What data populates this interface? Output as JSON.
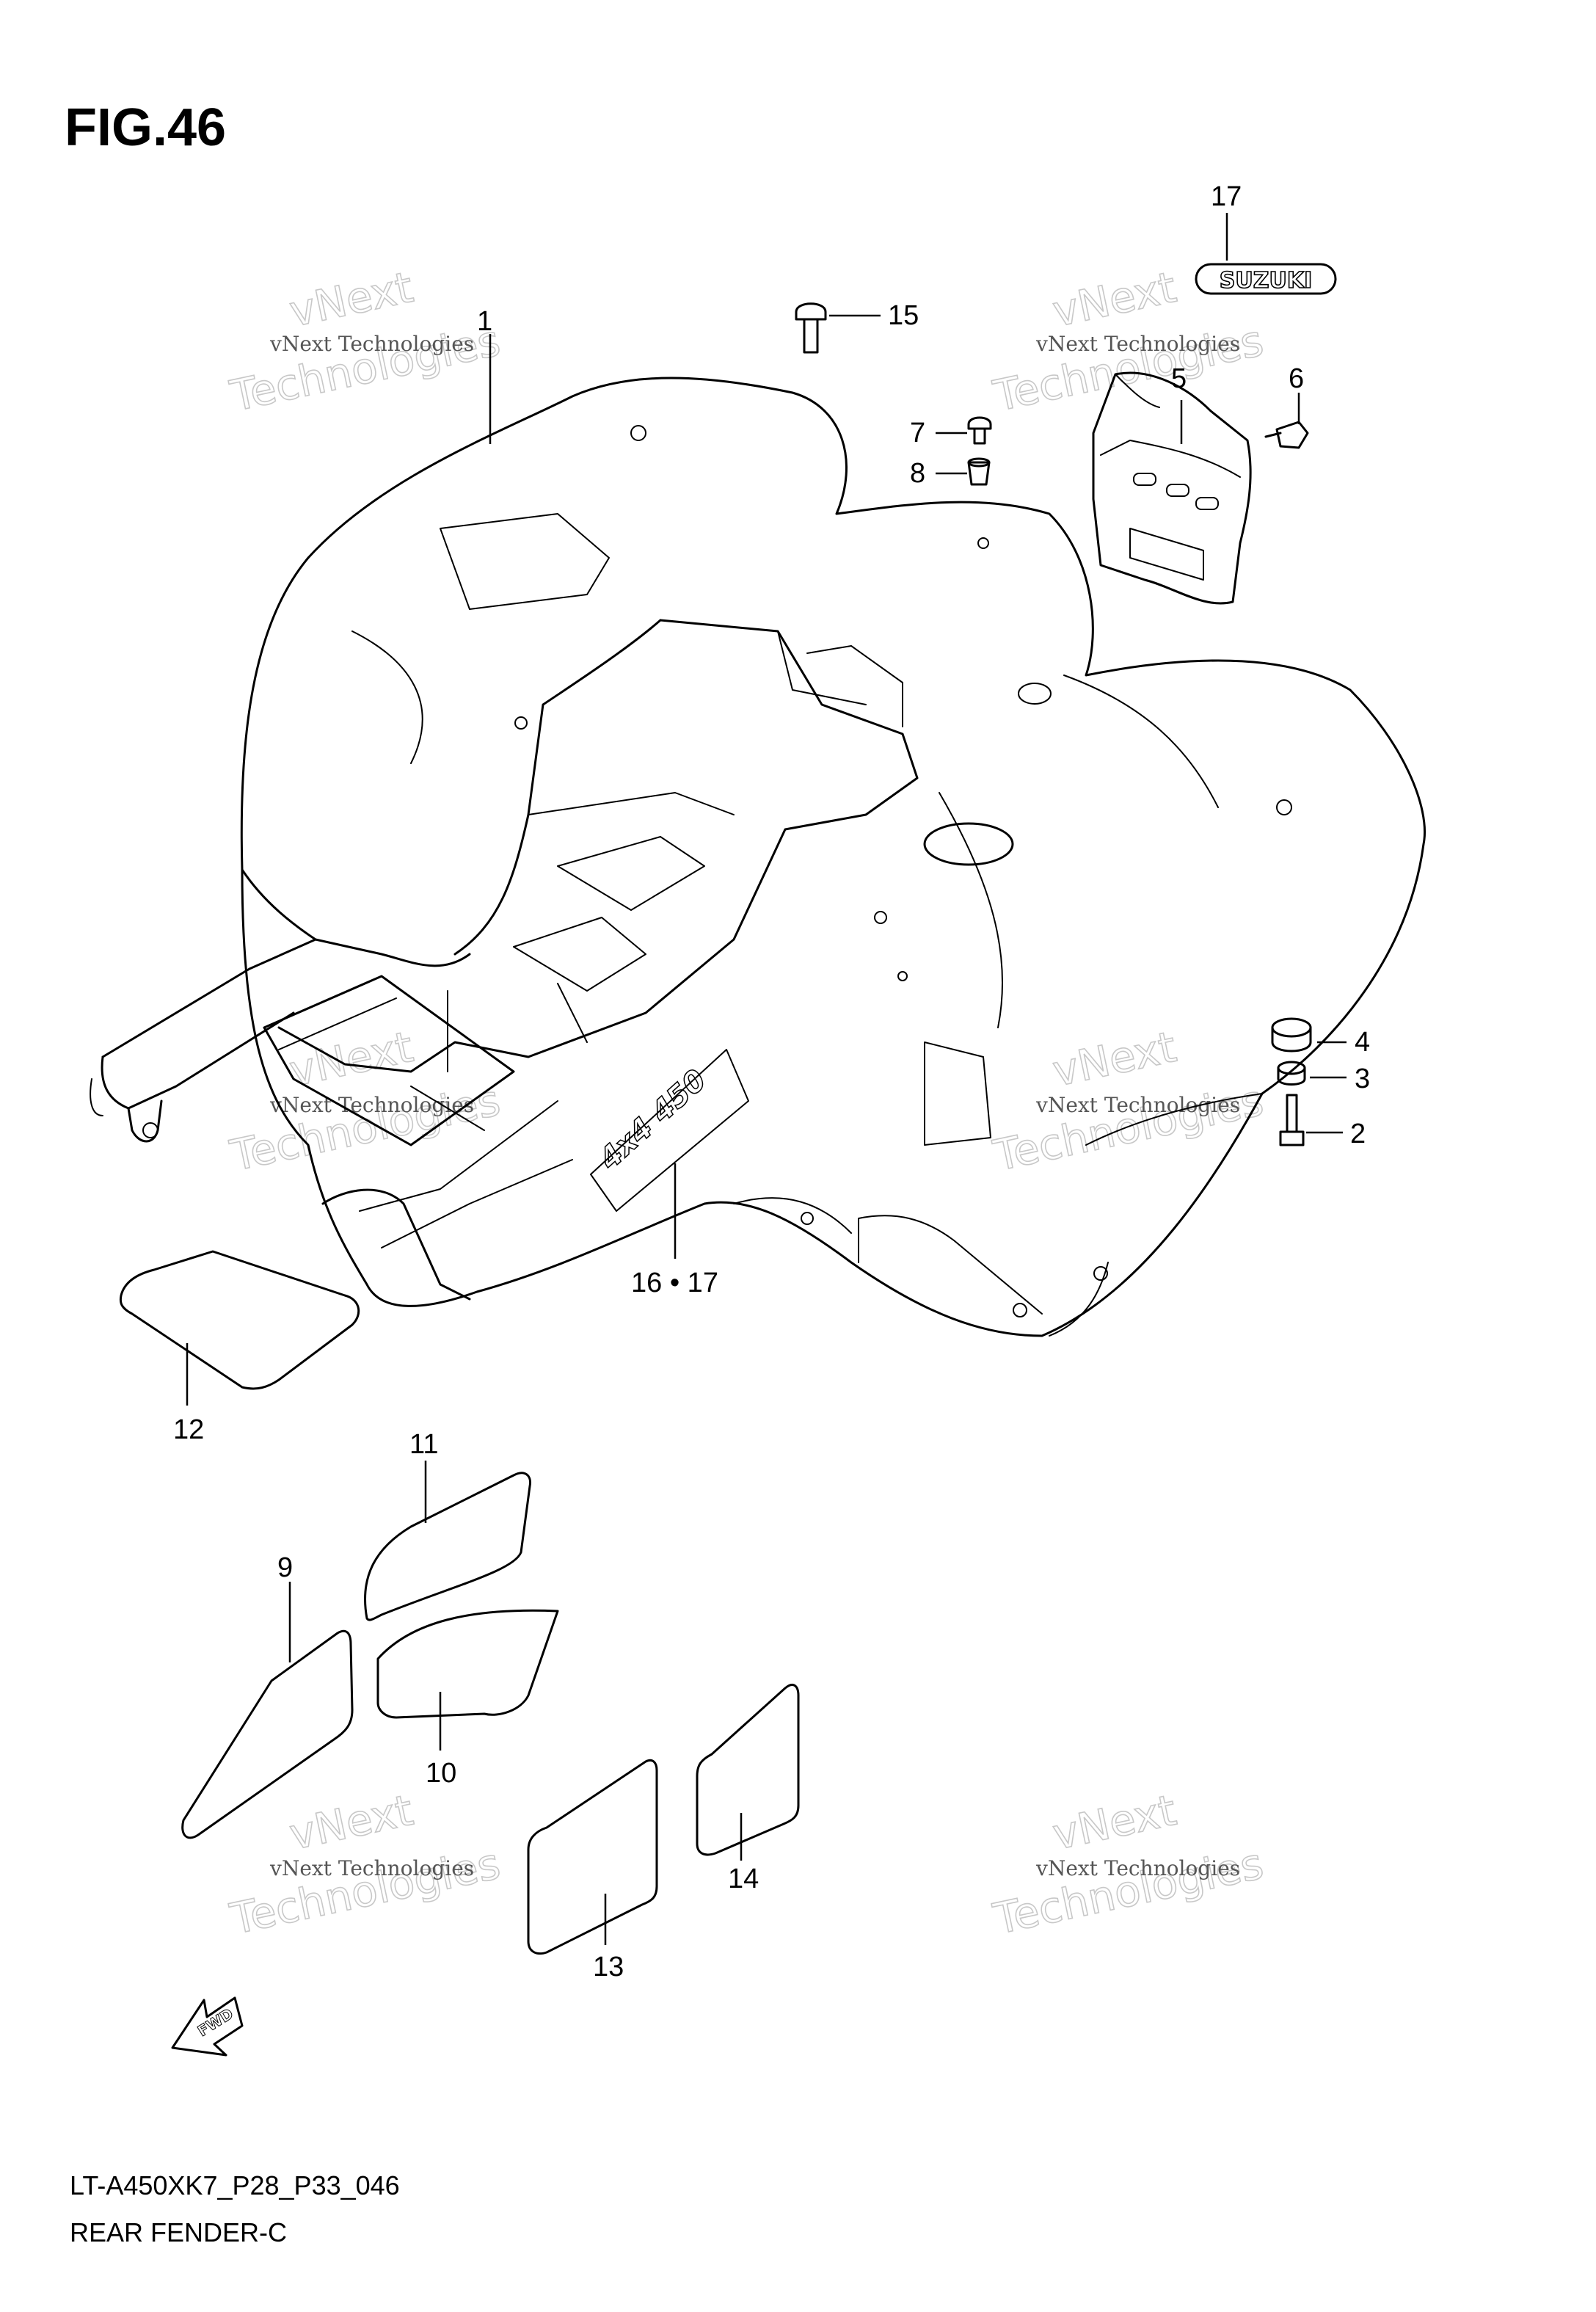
{
  "figure": {
    "title": "FIG.46",
    "model_code": "LT-A450XK7_P28_P33_046",
    "section_name": "REAR FENDER-C"
  },
  "watermark": {
    "small_text": "vNext Technologies",
    "big_line1": "vNext",
    "big_line2": "Technologies"
  },
  "decals": {
    "brand": "SUZUKI",
    "model": "4x4 450",
    "fwd": "FWD"
  },
  "callouts": {
    "c1": "1",
    "c2": "2",
    "c3": "3",
    "c4": "4",
    "c5": "5",
    "c6": "6",
    "c7": "7",
    "c8": "8",
    "c9": "9",
    "c10": "10",
    "c11": "11",
    "c12": "12",
    "c13": "13",
    "c14": "14",
    "c15": "15",
    "c16_17": "16 • 17",
    "c17": "17"
  }
}
